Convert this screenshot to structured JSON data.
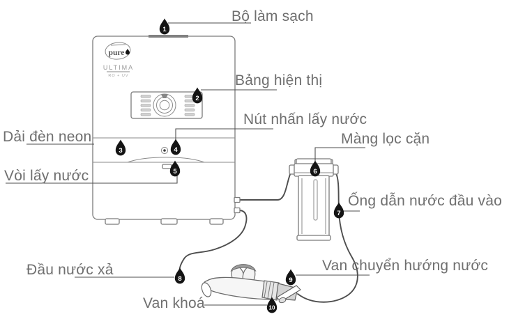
{
  "diagram": {
    "device": {
      "brand": "pure",
      "model": "ULTIMA",
      "variant": "RO + UV"
    },
    "labels": [
      {
        "num": "1",
        "text": "Bộ làm sạch"
      },
      {
        "num": "2",
        "text": "Bảng hiện thị"
      },
      {
        "num": "3",
        "text": "Dải đèn neon"
      },
      {
        "num": "4",
        "text": "Nút nhấn lấy nước"
      },
      {
        "num": "5",
        "text": "Vòi lấy nước"
      },
      {
        "num": "6",
        "text": "Màng lọc cặn"
      },
      {
        "num": "7",
        "text": "Ống dẫn nước đầu vào"
      },
      {
        "num": "8",
        "text": "Đầu nước xả"
      },
      {
        "num": "9",
        "text": "Van chuyển hướng nước"
      },
      {
        "num": "10",
        "text": "Van khoá"
      }
    ],
    "colors": {
      "label_text": "#6f6f6f",
      "line": "#4e4e4e",
      "marker": "#141414"
    }
  }
}
